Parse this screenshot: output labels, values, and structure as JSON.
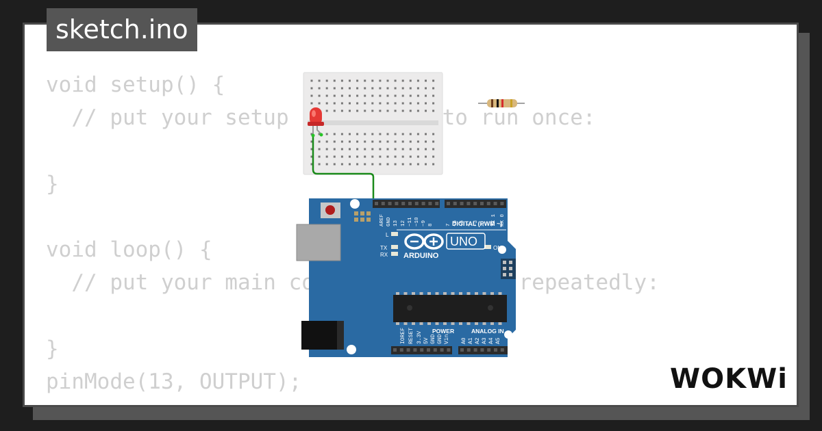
{
  "file_title": "sketch.ino",
  "code_lines": [
    "void setup() {",
    "  // put your setup code here, to run once:",
    "",
    "}",
    "",
    "void loop() {",
    "  // put your main code here, to run repeatedly:",
    "",
    "}",
    "pinMode(13, OUTPUT);"
  ],
  "board": {
    "brand": "ARDUINO",
    "model": "UNO",
    "digital_label": "DIGITAL (PWM ~)",
    "power_label": "POWER",
    "analog_label": "ANALOG IN",
    "led_l": "L",
    "led_tx": "TX",
    "led_rx": "RX",
    "on_label": "ON",
    "top_pins": [
      "AREF",
      "GND",
      "13",
      "12",
      "~11",
      "~10",
      "~9",
      "8",
      "7",
      "~6",
      "~5",
      "4",
      "~3",
      "2",
      "TX 1",
      "RX 0"
    ],
    "power_pins": [
      "IOREF",
      "RESET",
      "3.3V",
      "5V",
      "GND",
      "GND",
      "Vin"
    ],
    "analog_pins": [
      "A0",
      "A1",
      "A2",
      "A3",
      "A4",
      "A5"
    ]
  },
  "logo_text": "WOKWi",
  "colors": {
    "board_blue": "#2a6aa3",
    "wire_green": "#1a8a1a",
    "led_red": "#e53935",
    "code_gray": "#cfcfcf"
  }
}
